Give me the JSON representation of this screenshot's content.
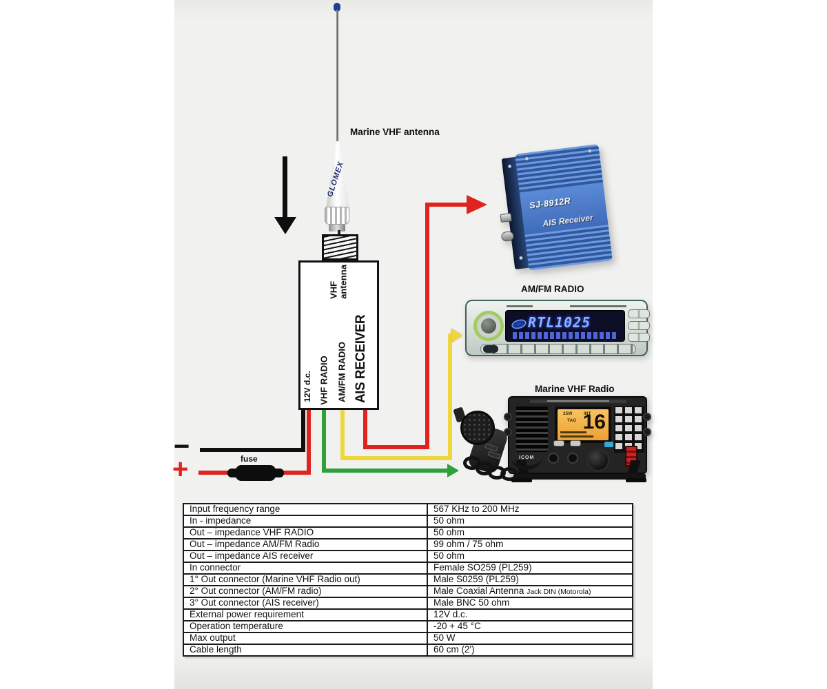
{
  "colors": {
    "wire-red": "#df231e",
    "wire-yellow": "#eed73e",
    "wire-green": "#2fa13c",
    "wire-black": "#101010",
    "device-blue-a": "#6f9ade",
    "device-blue-b": "#30589f",
    "amber-a": "#f8c45f",
    "amber-b": "#ed9f35"
  },
  "diagram": {
    "antenna_label": "Marine VHF antenna",
    "antenna_brand": "GLOMEX",
    "splitter": {
      "port_antenna_line1": "VHF",
      "port_antenna_line2": "antenna",
      "title": "AIS RECEIVER",
      "port_amfm": "AM/FM RADIO",
      "port_vhf": "VHF RADIO",
      "port_power": "12V d.c."
    },
    "power": {
      "fuse_label": "fuse",
      "positive": "+",
      "negative": "−"
    }
  },
  "devices": {
    "ais": {
      "model": "SJ-8912R",
      "name": "AIS Receiver"
    },
    "stereo": {
      "label": "AM/FM RADIO",
      "display": "RTL1025"
    },
    "vhf": {
      "label": "Marine VHF Radio",
      "channel": "16",
      "power": "25W",
      "mode": "INT",
      "tag": "TAG",
      "brand": "ICOM"
    }
  },
  "table": {
    "rows": [
      {
        "label": "Input frequency range",
        "value": "567 KHz to 200 MHz"
      },
      {
        "label": "In - impedance",
        "value": "50 ohm"
      },
      {
        "label": "Out – impedance VHF RADIO",
        "value": "50 ohm"
      },
      {
        "label": "Out – impedance AM/FM Radio",
        "value": "99 ohm / 75 ohm"
      },
      {
        "label": "Out – impedance AIS receiver",
        "value": "50 ohm"
      },
      {
        "label": "In connector",
        "value": "Female SO259 (PL259)"
      },
      {
        "label": "1° Out connector (Marine VHF Radio out)",
        "value": "Male S0259 (PL259)"
      },
      {
        "label": "2° Out connector (AM/FM radio)",
        "value": "Male Coaxial Antenna ",
        "value_small": "Jack DIN (Motorola)"
      },
      {
        "label": "3° Out connector (AIS receiver)",
        "value": "Male BNC 50 ohm"
      },
      {
        "label": "External power requirement",
        "value": "12V d.c."
      },
      {
        "label": "Operation temperature",
        "value": "-20 + 45 °C"
      },
      {
        "label": "Max output",
        "value": "50 W"
      },
      {
        "label": "Cable length",
        "value": "60 cm (2')"
      }
    ]
  }
}
